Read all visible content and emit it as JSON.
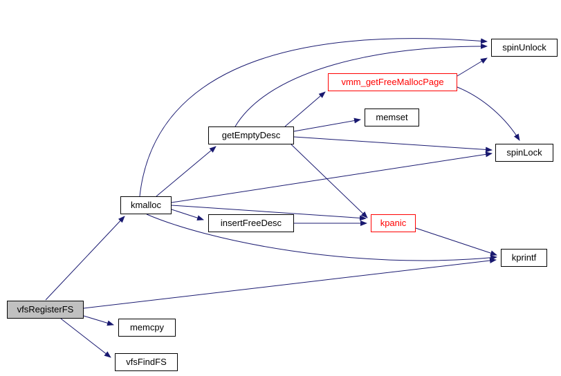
{
  "diagram": {
    "type": "call-graph",
    "colors": {
      "edge": "#191970",
      "node_border": "#000000",
      "node_fill": "#ffffff",
      "root_fill": "#c0c0c0",
      "truncated_border": "#ff0000",
      "truncated_text": "#ff0000"
    },
    "nodes": [
      {
        "id": "vfsRegisterFS",
        "label": "vfsRegisterFS",
        "type": "root"
      },
      {
        "id": "kmalloc",
        "label": "kmalloc",
        "type": "normal"
      },
      {
        "id": "getEmptyDesc",
        "label": "getEmptyDesc",
        "type": "normal"
      },
      {
        "id": "insertFreeDesc",
        "label": "insertFreeDesc",
        "type": "normal"
      },
      {
        "id": "vmm_getFreeMallocPage",
        "label": "vmm_getFreeMallocPage",
        "type": "truncated"
      },
      {
        "id": "memset",
        "label": "memset",
        "type": "normal"
      },
      {
        "id": "spinUnlock",
        "label": "spinUnlock",
        "type": "normal"
      },
      {
        "id": "spinLock",
        "label": "spinLock",
        "type": "normal"
      },
      {
        "id": "kpanic",
        "label": "kpanic",
        "type": "truncated"
      },
      {
        "id": "kprintf",
        "label": "kprintf",
        "type": "normal"
      },
      {
        "id": "memcpy",
        "label": "memcpy",
        "type": "normal"
      },
      {
        "id": "vfsFindFS",
        "label": "vfsFindFS",
        "type": "normal"
      }
    ],
    "edges": [
      {
        "from": "vfsRegisterFS",
        "to": "kmalloc"
      },
      {
        "from": "vfsRegisterFS",
        "to": "kprintf"
      },
      {
        "from": "vfsRegisterFS",
        "to": "memcpy"
      },
      {
        "from": "vfsRegisterFS",
        "to": "vfsFindFS"
      },
      {
        "from": "kmalloc",
        "to": "getEmptyDesc"
      },
      {
        "from": "kmalloc",
        "to": "insertFreeDesc"
      },
      {
        "from": "kmalloc",
        "to": "kpanic"
      },
      {
        "from": "kmalloc",
        "to": "kprintf"
      },
      {
        "from": "kmalloc",
        "to": "spinLock"
      },
      {
        "from": "kmalloc",
        "to": "spinUnlock"
      },
      {
        "from": "getEmptyDesc",
        "to": "vmm_getFreeMallocPage"
      },
      {
        "from": "getEmptyDesc",
        "to": "memset"
      },
      {
        "from": "getEmptyDesc",
        "to": "spinLock"
      },
      {
        "from": "getEmptyDesc",
        "to": "spinUnlock"
      },
      {
        "from": "getEmptyDesc",
        "to": "kpanic"
      },
      {
        "from": "insertFreeDesc",
        "to": "kpanic"
      },
      {
        "from": "vmm_getFreeMallocPage",
        "to": "spinLock"
      },
      {
        "from": "vmm_getFreeMallocPage",
        "to": "spinUnlock"
      },
      {
        "from": "kpanic",
        "to": "kprintf"
      }
    ]
  }
}
